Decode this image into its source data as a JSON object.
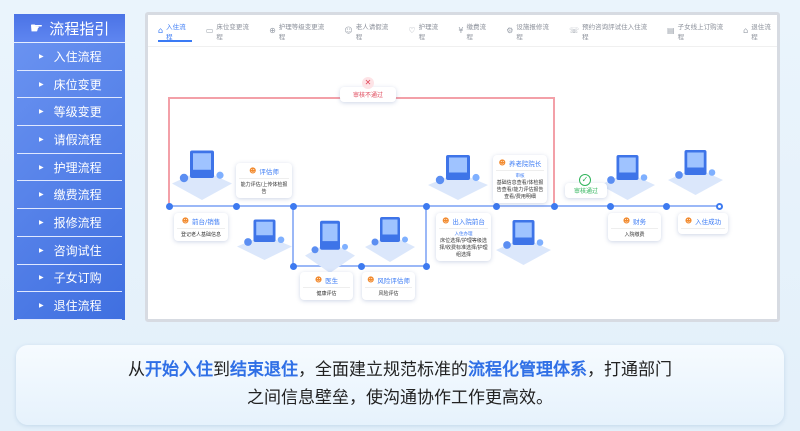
{
  "sidebar": {
    "title": "流程指引",
    "items": [
      "入住流程",
      "床位变更",
      "等级变更",
      "请假流程",
      "护理流程",
      "缴费流程",
      "报修流程",
      "咨询试住",
      "子女订购",
      "退住流程"
    ]
  },
  "tabs": [
    {
      "label": "入住流程",
      "icon": "home-icon",
      "active": true
    },
    {
      "label": "床位变更流程",
      "icon": "bed-icon"
    },
    {
      "label": "护理等级变更流程",
      "icon": "nurse-icon"
    },
    {
      "label": "老人请假流程",
      "icon": "elder-icon"
    },
    {
      "label": "护理流程",
      "icon": "care-icon"
    },
    {
      "label": "缴费流程",
      "icon": "payment-icon"
    },
    {
      "label": "设施报修流程",
      "icon": "repair-icon"
    },
    {
      "label": "预约咨询評试住入住流程",
      "icon": "consult-icon"
    },
    {
      "label": "子女线上订购流程",
      "icon": "order-icon"
    },
    {
      "label": "退住流程",
      "icon": "checkout-icon"
    }
  ],
  "flow": {
    "reject": "审核不通过",
    "approve": "审核通过",
    "cards": {
      "front": {
        "title": "前台/销售",
        "desc": "登记老人基础信息"
      },
      "assessor": {
        "title": "评估师",
        "desc": "能力评估/上传体检报告"
      },
      "doctor": {
        "title": "医生",
        "desc": "健康评估"
      },
      "risk": {
        "title": "风险评估师",
        "desc": "风险评估"
      },
      "desk": {
        "title": "出入院前台",
        "sub": "入住办理",
        "desc": "床位选择/护理等级选择/收费标准选择/护理组选择"
      },
      "director": {
        "title": "养老院院长",
        "sub": "审核",
        "desc": "基础信息查看/体检报告查看/能力评估报告查看/费用明细"
      },
      "finance": {
        "title": "财务",
        "desc": "入院缴费"
      },
      "success": {
        "title": "入住成功"
      }
    }
  },
  "banner": {
    "p1": "从",
    "h1": "开始入住",
    "p2": "到",
    "h2": "结束退住",
    "p3": "，全面建立规范标准的",
    "h3": "流程化管理体系",
    "p4": "，打通部门",
    "line2": "之间信息壁垒，使沟通协作工作更高效。"
  },
  "colors": {
    "accent": "#3b7bf5",
    "reject": "#e0475a",
    "approve": "#2fb45a"
  }
}
